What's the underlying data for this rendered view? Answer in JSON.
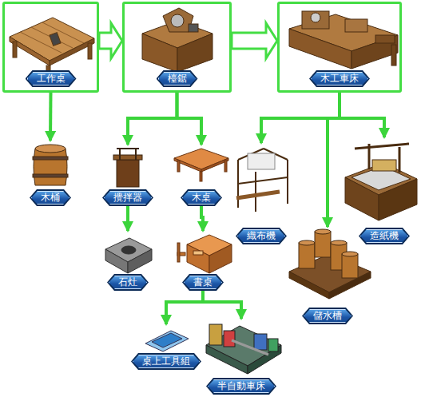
{
  "diagram": {
    "nodes": [
      {
        "text": [
          "工作桌"
        ]
      },
      {
        "text": [
          "檯鋸"
        ]
      },
      {
        "text": [
          "木工車床"
        ]
      },
      {
        "text": [
          "木桶"
        ]
      },
      {
        "text": [
          "攪拌器"
        ]
      },
      {
        "text": [
          "木桌"
        ]
      },
      {
        "text": [
          "織布機"
        ]
      },
      {
        "text": [
          "造紙機"
        ]
      },
      {
        "text": [
          "石灶"
        ]
      },
      {
        "text": [
          "書桌"
        ]
      },
      {
        "text": [
          "儲水槽"
        ]
      },
      {
        "text": [
          "桌上工具組"
        ]
      },
      {
        "text": [
          "半自動車床"
        ]
      }
    ],
    "edges": [
      {
        "from": 0,
        "to": 1,
        "arrow": "to"
      },
      {
        "from": 1,
        "to": 2,
        "arrow": "to"
      },
      {
        "from": 0,
        "to": 3,
        "arrow": "to"
      },
      {
        "from": 1,
        "to": 4,
        "arrow": "to"
      },
      {
        "from": 1,
        "to": 5,
        "arrow": "to"
      },
      {
        "from": 2,
        "to": 6,
        "arrow": "to"
      },
      {
        "from": 2,
        "to": 10,
        "arrow": "to"
      },
      {
        "from": 2,
        "to": 7,
        "arrow": "to"
      },
      {
        "from": 4,
        "to": 8,
        "arrow": "to"
      },
      {
        "from": 5,
        "to": 9,
        "arrow": "to"
      },
      {
        "from": 9,
        "to": 11,
        "arrow": "to"
      },
      {
        "from": 9,
        "to": 12,
        "arrow": "to"
      }
    ]
  }
}
